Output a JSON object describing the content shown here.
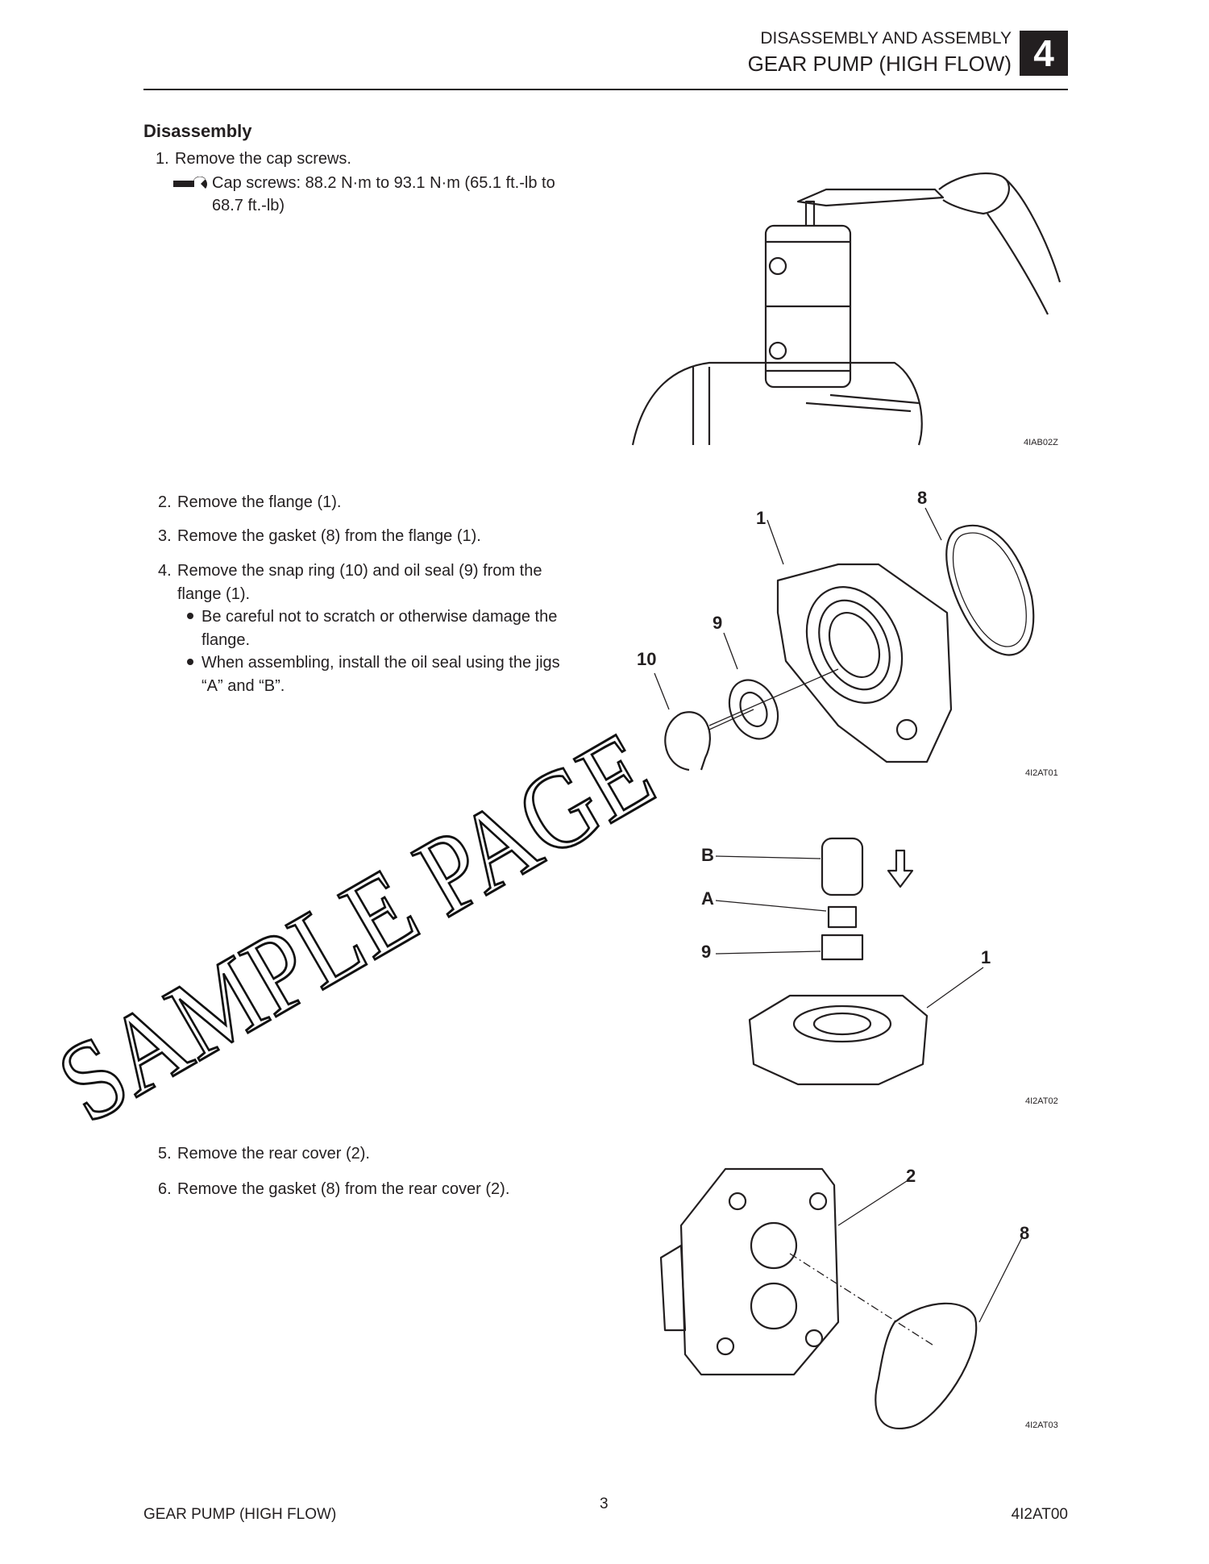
{
  "header": {
    "section": "DISASSEMBLY AND ASSEMBLY",
    "title": "GEAR PUMP (HIGH FLOW)",
    "chapter": "4"
  },
  "heading": "Disassembly",
  "steps": [
    {
      "num": "1.",
      "text": "Remove the cap screws."
    },
    {
      "num": "2.",
      "text": "Remove the flange (1)."
    },
    {
      "num": "3.",
      "text": "Remove the gasket (8) from the flange (1)."
    },
    {
      "num": "4.",
      "text": "Remove the snap ring (10) and oil seal (9) from the",
      "text2": "flange (1)."
    },
    {
      "num": "5.",
      "text": "Remove the rear cover (2)."
    },
    {
      "num": "6.",
      "text": "Remove the gasket (8) from the rear cover (2)."
    }
  ],
  "torque": {
    "icon": "wrench-icon",
    "line1": "Cap screws: 88.2 N·m to 93.1 N·m (65.1 ft.-lb to",
    "line2": "68.7 ft.-lb)"
  },
  "bullets": [
    {
      "line1": "Be careful not to scratch or otherwise damage the",
      "line2": "flange."
    },
    {
      "line1": "When assembling, install the oil seal using the jigs",
      "line2": "“A” and “B”."
    }
  ],
  "figures": [
    {
      "code": "4IAB02Z",
      "callouts": []
    },
    {
      "code": "4I2AT01",
      "callouts": [
        "1",
        "8",
        "9",
        "10"
      ]
    },
    {
      "code": "4I2AT02",
      "callouts": [
        "B",
        "A",
        "9",
        "1"
      ]
    },
    {
      "code": "4I2AT03",
      "callouts": [
        "2",
        "8"
      ]
    }
  ],
  "watermark": "SAMPLE PAGE",
  "footer": {
    "left": "GEAR PUMP (HIGH FLOW)",
    "page": "3",
    "right": "4I2AT00"
  }
}
